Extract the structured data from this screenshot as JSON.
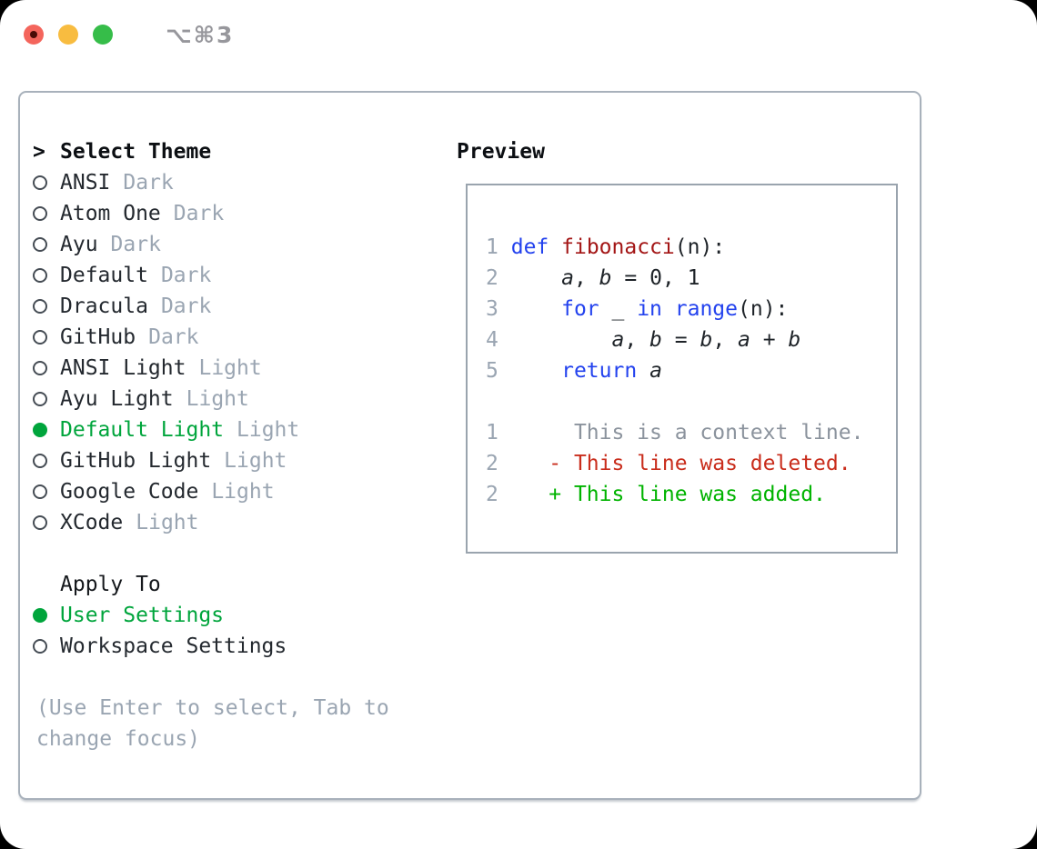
{
  "window": {
    "shortcut_label": "⌥⌘3"
  },
  "colors": {
    "accent_green": "#00a53c",
    "keyword_blue": "#2342ee",
    "function_red": "#a31515",
    "deleted_red": "#c92d1c",
    "added_green": "#00b300",
    "muted_gray": "#9aa5b2",
    "panel_border": "#a8b1bb"
  },
  "theme_panel": {
    "header": {
      "prompt": ">",
      "label": "Select Theme"
    },
    "items": [
      {
        "name": "ANSI",
        "tag": "Dark",
        "selected": false
      },
      {
        "name": "Atom One",
        "tag": "Dark",
        "selected": false
      },
      {
        "name": "Ayu",
        "tag": "Dark",
        "selected": false
      },
      {
        "name": "Default",
        "tag": "Dark",
        "selected": false
      },
      {
        "name": "Dracula",
        "tag": "Dark",
        "selected": false
      },
      {
        "name": "GitHub",
        "tag": "Dark",
        "selected": false
      },
      {
        "name": "ANSI Light",
        "tag": "Light",
        "selected": false
      },
      {
        "name": "Ayu Light",
        "tag": "Light",
        "selected": false
      },
      {
        "name": "Default Light",
        "tag": "Light",
        "selected": true
      },
      {
        "name": "GitHub Light",
        "tag": "Light",
        "selected": false
      },
      {
        "name": "Google Code",
        "tag": "Light",
        "selected": false
      },
      {
        "name": "XCode",
        "tag": "Light",
        "selected": false
      }
    ],
    "apply_to": {
      "label": "Apply To",
      "options": [
        {
          "label": "User Settings",
          "selected": true
        },
        {
          "label": "Workspace Settings",
          "selected": false
        }
      ]
    },
    "help": {
      "line1": "(Use Enter to select, Tab to",
      "line2": "change focus)"
    }
  },
  "preview": {
    "title": "Preview",
    "lines": [
      [
        {
          "s": "g",
          "t": "1"
        },
        {
          "s": "p",
          "t": " "
        },
        {
          "s": "kw",
          "t": "def"
        },
        {
          "s": "p",
          "t": " "
        },
        {
          "s": "fn",
          "t": "fibonacci"
        },
        {
          "s": "p",
          "t": "(n):"
        }
      ],
      [
        {
          "s": "g",
          "t": "2"
        },
        {
          "s": "p",
          "t": "     "
        },
        {
          "s": "v",
          "t": "a"
        },
        {
          "s": "p",
          "t": ", "
        },
        {
          "s": "v",
          "t": "b"
        },
        {
          "s": "p",
          "t": " = 0, 1"
        }
      ],
      [
        {
          "s": "g",
          "t": "3"
        },
        {
          "s": "p",
          "t": "     "
        },
        {
          "s": "kw",
          "t": "for"
        },
        {
          "s": "p",
          "t": " _ "
        },
        {
          "s": "kw",
          "t": "in"
        },
        {
          "s": "p",
          "t": " "
        },
        {
          "s": "kw",
          "t": "range"
        },
        {
          "s": "p",
          "t": "(n):"
        }
      ],
      [
        {
          "s": "g",
          "t": "4"
        },
        {
          "s": "p",
          "t": "         "
        },
        {
          "s": "v",
          "t": "a"
        },
        {
          "s": "p",
          "t": ", "
        },
        {
          "s": "v",
          "t": "b"
        },
        {
          "s": "p",
          "t": " = "
        },
        {
          "s": "v",
          "t": "b"
        },
        {
          "s": "p",
          "t": ", "
        },
        {
          "s": "v",
          "t": "a"
        },
        {
          "s": "p",
          "t": " + "
        },
        {
          "s": "v",
          "t": "b"
        }
      ],
      [
        {
          "s": "g",
          "t": "5"
        },
        {
          "s": "p",
          "t": "     "
        },
        {
          "s": "kw",
          "t": "return"
        },
        {
          "s": "p",
          "t": " "
        },
        {
          "s": "v",
          "t": "a"
        }
      ],
      [],
      [
        {
          "s": "g",
          "t": "1"
        },
        {
          "s": "ctx",
          "t": "      This is a context line."
        }
      ],
      [
        {
          "s": "g",
          "t": "2"
        },
        {
          "s": "p",
          "t": "    "
        },
        {
          "s": "del",
          "t": "- This line was deleted."
        }
      ],
      [
        {
          "s": "g",
          "t": "2"
        },
        {
          "s": "p",
          "t": "    "
        },
        {
          "s": "add",
          "t": "+ This line was added."
        }
      ]
    ]
  }
}
